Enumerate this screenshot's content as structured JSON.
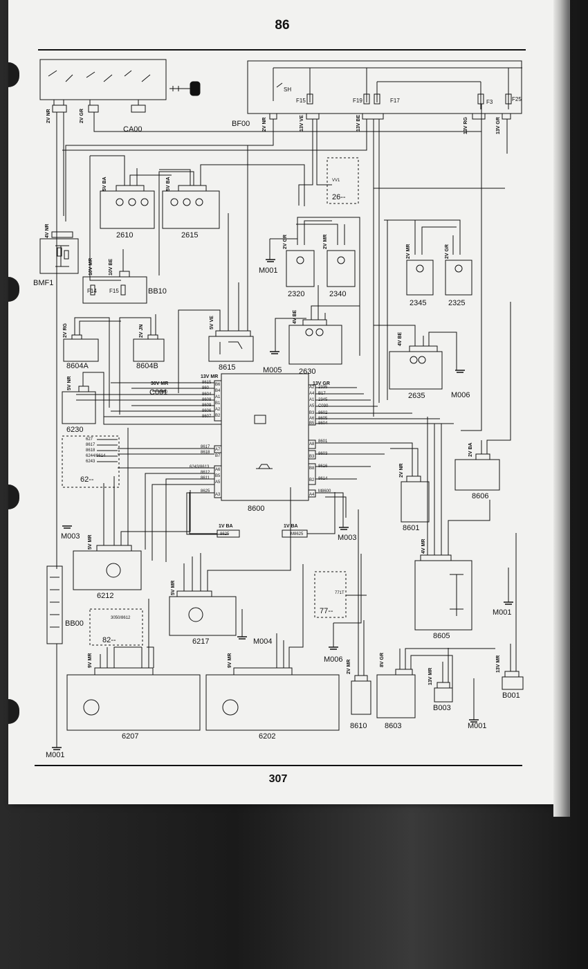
{
  "page": {
    "header_number": "86",
    "footer_number": "307"
  },
  "components": [
    {
      "id": "CA00",
      "label": "CA00"
    },
    {
      "id": "BF00",
      "label": "BF00"
    },
    {
      "id": "BMF1",
      "label": "BMF1"
    },
    {
      "id": "2610",
      "label": "2610"
    },
    {
      "id": "2615",
      "label": "2615"
    },
    {
      "id": "26",
      "label": "26--"
    },
    {
      "id": "BB10",
      "label": "BB10"
    },
    {
      "id": "M001a",
      "label": "M001"
    },
    {
      "id": "2320",
      "label": "2320"
    },
    {
      "id": "2340",
      "label": "2340"
    },
    {
      "id": "2345",
      "label": "2345"
    },
    {
      "id": "2325",
      "label": "2325"
    },
    {
      "id": "8604A",
      "label": "8604A"
    },
    {
      "id": "8604B",
      "label": "8604B"
    },
    {
      "id": "8615",
      "label": "8615"
    },
    {
      "id": "M005",
      "label": "M005"
    },
    {
      "id": "2630",
      "label": "2630"
    },
    {
      "id": "2635",
      "label": "2635"
    },
    {
      "id": "M006a",
      "label": "M006"
    },
    {
      "id": "C001",
      "label": "C001"
    },
    {
      "id": "6230",
      "label": "6230"
    },
    {
      "id": "8600",
      "label": "8600"
    },
    {
      "id": "62",
      "label": "62--"
    },
    {
      "id": "8606",
      "label": "8606"
    },
    {
      "id": "8601",
      "label": "8601"
    },
    {
      "id": "M003a",
      "label": "M003"
    },
    {
      "id": "M003b",
      "label": "M003"
    },
    {
      "id": "6212",
      "label": "6212"
    },
    {
      "id": "6217",
      "label": "6217"
    },
    {
      "id": "M004",
      "label": "M004"
    },
    {
      "id": "77",
      "label": "77--"
    },
    {
      "id": "8605",
      "label": "8605"
    },
    {
      "id": "M001b",
      "label": "M001"
    },
    {
      "id": "BB00",
      "label": "BB00"
    },
    {
      "id": "82",
      "label": "82--"
    },
    {
      "id": "M006b",
      "label": "M006"
    },
    {
      "id": "8610",
      "label": "8610"
    },
    {
      "id": "8603",
      "label": "8603"
    },
    {
      "id": "B003",
      "label": "B003"
    },
    {
      "id": "M001c",
      "label": "M001"
    },
    {
      "id": "B001",
      "label": "B001"
    },
    {
      "id": "6207",
      "label": "6207"
    },
    {
      "id": "6202",
      "label": "6202"
    },
    {
      "id": "M001d",
      "label": "M001"
    }
  ],
  "fuses": [
    "F15",
    "F19",
    "F17",
    "F3",
    "F25",
    "F14",
    "F15",
    "SH"
  ],
  "connectors": {
    "ca00_left": "2V NR",
    "ca00_mid": "2V GR",
    "bf00_left": "2V NR",
    "bf00_f15": "13V VE",
    "bf00_f19": "13V BE",
    "bf00_f3": "13V RG",
    "bf00_f25": "13V GR",
    "bmf1": "4V NR",
    "c2610": "5V BA",
    "c2615": "5V BA",
    "cbb10a": "10V MR",
    "cbb10b": "10V BE",
    "c2320": "2V GR",
    "c2340": "2V MR",
    "c2345": "2V MR",
    "c2325": "2V GR",
    "c8604a": "2V RG",
    "c8604b": "2V JN",
    "c8615": "5V VE",
    "c2630": "4V BE",
    "c2635": "4V BE",
    "c8600_left": "13V MR",
    "c8600_right": "13V GR",
    "c001": "30V MR",
    "c6230": "5V NR",
    "c8606": "2V BA",
    "c8601": "2V NR",
    "c8625a": "1V BA",
    "c8625b": "1V BA",
    "c6212": "5V MR",
    "c6217": "5V MR",
    "c8605": "4V MR",
    "c6207": "9V MR",
    "c6202": "9V MR",
    "c8610": "2V MR",
    "c8603": "8V GR",
    "cb003": "13V MR",
    "cb001": "13V MR"
  },
  "pins_left": [
    "8615",
    "860",
    "8604",
    "8608",
    "8609",
    "8606",
    "8607"
  ],
  "pins_left_codes": [
    "B6",
    "B4",
    "A1",
    "B1",
    "A2",
    "B2"
  ],
  "pins_right": [
    "2335",
    "B17",
    "2345",
    "C030",
    "8602",
    "8605",
    "8604"
  ],
  "pins_right_codes": [
    "A2",
    "A4",
    "A1",
    "A5",
    "B3",
    "A6",
    "B5"
  ],
  "pins_mid_left": [
    "8617",
    "8618",
    "6243/8613",
    "8612",
    "8611",
    "8625"
  ],
  "pins_mid_left_codes": [
    "A7",
    "B7",
    "A6",
    "B5",
    "A5",
    "A3"
  ],
  "pins_mid_right": [
    "8601",
    "8603",
    "8616",
    "8614",
    "M8600"
  ],
  "pins_mid_right_codes": [
    "A8",
    "B3",
    "B8",
    "B2",
    "A4"
  ],
  "group62": [
    "627",
    "8617",
    "8618",
    "6244/8614",
    "6243"
  ],
  "group82": "3050/8612",
  "misc": {
    "c001_pin": "860",
    "s8625a": "8625",
    "s8625b": "M8625",
    "w77": "771T",
    "w26": "VV1"
  }
}
